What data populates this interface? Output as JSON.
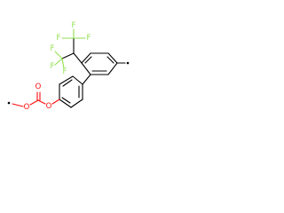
{
  "colors": {
    "carbon_bond": "#000000",
    "fluorine": "#90e050",
    "oxygen": "#ff0d0d",
    "radical": "#000000"
  },
  "atoms": {
    "F1": "F",
    "F2": "F",
    "F3": "F",
    "F4": "F",
    "F5": "F",
    "F6": "F",
    "O_carbonyl": "O",
    "O_ester_left": "O",
    "O_ester_right": "O"
  }
}
